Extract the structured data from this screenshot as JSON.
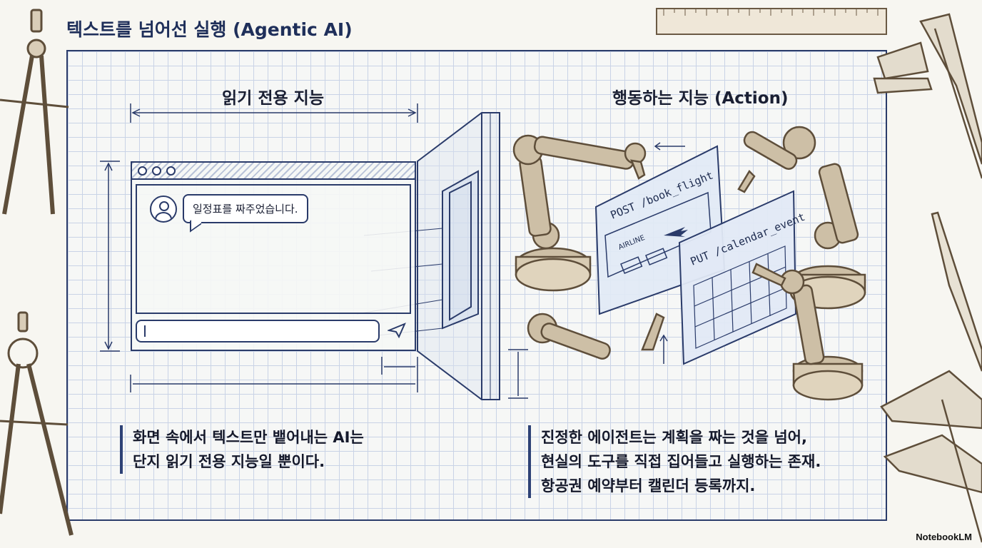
{
  "title": "텍스트를 넘어선 실행 (Agentic AI)",
  "left": {
    "heading": "읽기 전용 지능",
    "chat_message": "일정표를 짜주었습니다.",
    "caption_lines": [
      "화면 속에서 텍스트만 뱉어내는 AI는",
      "단지 읽기 전용 지능일 뿐이다."
    ]
  },
  "right": {
    "heading": "행동하는 지능 (Action)",
    "card1_endpoint": "POST /book_flight",
    "card1_airline": "AIRLINE",
    "card2_endpoint": "PUT /calendar_event",
    "caption_lines": [
      "진정한 에이전트는 계획을 짜는 것을 넘어,",
      "현실의 도구를 직접 집어들고 실행하는 존재.",
      "항공권 예약부터 캘린더 등록까지."
    ]
  },
  "brand": "NotebookLM",
  "colors": {
    "ink": "#1d2b4f",
    "grid": "#c9d3e6",
    "paper": "#f7f6f1",
    "robot": "#9a8468"
  },
  "icons": [
    "compass-icon",
    "ruler-icon",
    "caliper-icon",
    "pen-icon",
    "user-avatar-icon",
    "send-icon",
    "airplane-icon",
    "robot-arm-icon"
  ]
}
